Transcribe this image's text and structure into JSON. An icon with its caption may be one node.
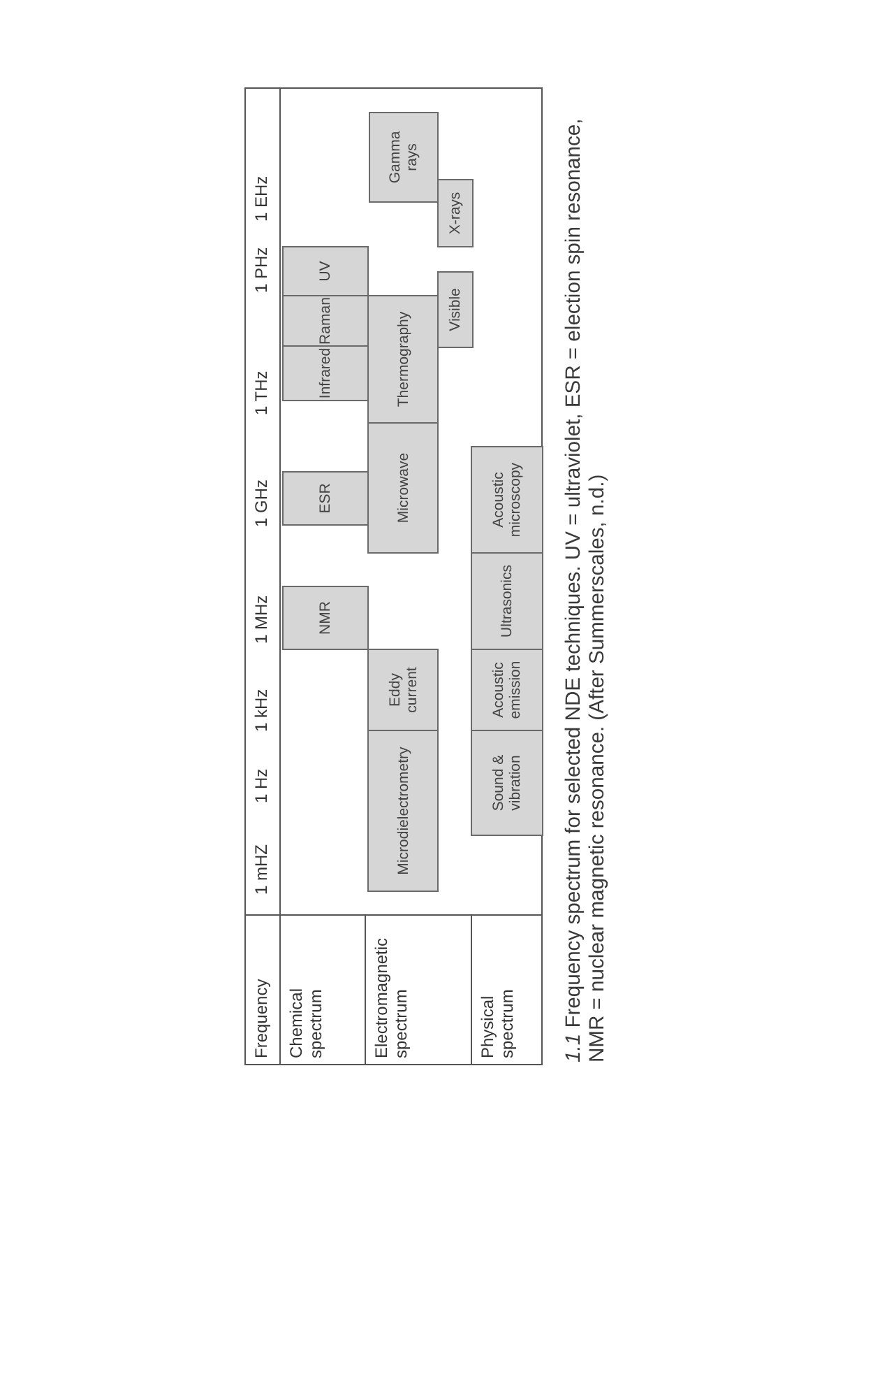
{
  "diagram": {
    "caption": "*1.1* Frequency spectrum for selected NDE techniques. UV = ultraviolet, ESR = election spin resonance, NMR = nuclear magnetic resonance. (After Summerscales, n.d.)",
    "nodes": [
      {
        "text": [
          "NMR"
        ]
      },
      {
        "text": [
          "ESR"
        ]
      },
      {
        "text": [
          "Infrared"
        ]
      },
      {
        "text": [
          "Raman"
        ]
      },
      {
        "text": [
          "UV"
        ]
      },
      {
        "text": [
          "Microdielectrometry"
        ]
      },
      {
        "text": [
          "Eddy current"
        ]
      },
      {
        "text": [
          "Microwave"
        ]
      },
      {
        "text": [
          "Thermography"
        ]
      },
      {
        "text": [
          "Visible"
        ]
      },
      {
        "text": [
          "X-rays"
        ]
      },
      {
        "text": [
          "Gamma rays"
        ]
      },
      {
        "text": [
          "Sound & vibration"
        ]
      },
      {
        "text": [
          "Acoustic emission"
        ]
      },
      {
        "text": [
          "Ultrasonics"
        ]
      },
      {
        "text": [
          "Acoustic microscopy"
        ]
      }
    ],
    "labels": [
      "Frequency",
      "1 mHZ",
      "1 Hz",
      "1 kHz",
      "1 MHz",
      "1 GHz",
      "1 THz",
      "1 PHz",
      "1 EHz",
      "Chemical spectrum",
      "Electromagnetic spectrum",
      "Physical spectrum"
    ]
  }
}
